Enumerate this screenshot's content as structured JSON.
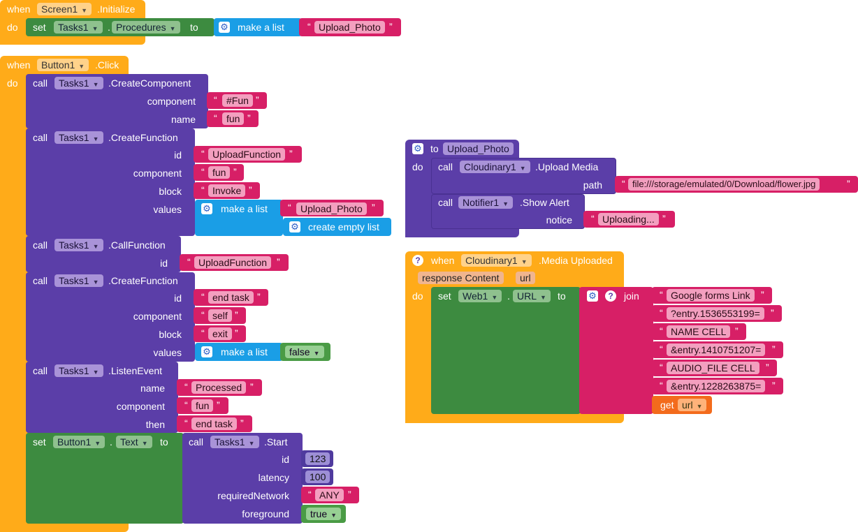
{
  "kw": {
    "when": "when",
    "do": "do",
    "set": "set",
    "to": "to",
    "call": "call",
    "dot": ".",
    "make_list": "make a list",
    "create_empty_list": "create empty list",
    "join": "join",
    "get": "get",
    "open_quote": "“",
    "close_quote": "”"
  },
  "screen_init": {
    "component": "Screen1",
    "event": ".Initialize",
    "set_component": "Tasks1",
    "set_property": "Procedures",
    "item": "Upload_Photo"
  },
  "button_click": {
    "component": "Button1",
    "event": ".Click",
    "create_component": {
      "component": "Tasks1",
      "method": ".CreateComponent",
      "args": [
        {
          "label": "component",
          "value": "#Fun"
        },
        {
          "label": "name",
          "value": "fun"
        }
      ]
    },
    "create_function_1": {
      "component": "Tasks1",
      "method": ".CreateFunction",
      "args": [
        {
          "label": "id",
          "value": "UploadFunction"
        },
        {
          "label": "component",
          "value": "fun"
        },
        {
          "label": "block",
          "value": "Invoke"
        },
        {
          "label": "values",
          "value": "Upload_Photo"
        }
      ]
    },
    "call_function": {
      "component": "Tasks1",
      "method": ".CallFunction",
      "args": [
        {
          "label": "id",
          "value": "UploadFunction"
        }
      ]
    },
    "create_function_2": {
      "component": "Tasks1",
      "method": ".CreateFunction",
      "args": [
        {
          "label": "id",
          "value": "end task"
        },
        {
          "label": "component",
          "value": "self"
        },
        {
          "label": "block",
          "value": "exit"
        },
        {
          "label": "values",
          "value": "false"
        }
      ]
    },
    "listen_event": {
      "component": "Tasks1",
      "method": ".ListenEvent",
      "args": [
        {
          "label": "name",
          "value": "Processed"
        },
        {
          "label": "component",
          "value": "fun"
        },
        {
          "label": "then",
          "value": "end task"
        }
      ]
    },
    "set_text": {
      "component": "Button1",
      "property": "Text",
      "start": {
        "component": "Tasks1",
        "method": ".Start",
        "args": [
          {
            "label": "id",
            "value": "123"
          },
          {
            "label": "latency",
            "value": "100"
          },
          {
            "label": "requiredNetwork",
            "value": "ANY"
          },
          {
            "label": "foreground",
            "value": "true"
          }
        ]
      }
    }
  },
  "upload_photo": {
    "to": "to",
    "name": "Upload_Photo",
    "call1": {
      "component": "Cloudinary1",
      "method": ".Upload Media",
      "arg_label": "path",
      "arg_value": "file:///storage/emulated/0/Download/flower.jpg"
    },
    "call2": {
      "component": "Notifier1",
      "method": ".Show Alert",
      "arg_label": "notice",
      "arg_value": "Uploading..."
    }
  },
  "media_uploaded": {
    "component": "Cloudinary1",
    "event": ".Media Uploaded",
    "params": [
      "response Content",
      "url"
    ],
    "set_component": "Web1",
    "set_property": "URL",
    "join_items": [
      "Google forms Link",
      "?entry.1536553199=",
      "NAME CELL",
      "&entry.1410751207=",
      "AUDIO_FILE CELL",
      "&entry.1228263875="
    ],
    "get_var": "url"
  },
  "colors": {
    "event": "#ffab19",
    "variable": "#3d8b40",
    "procedure": "#5b3ea8",
    "list": "#1a9ee6",
    "text": "#d71f66",
    "logic": "#4a9b45",
    "math": "#4f3a9e"
  }
}
